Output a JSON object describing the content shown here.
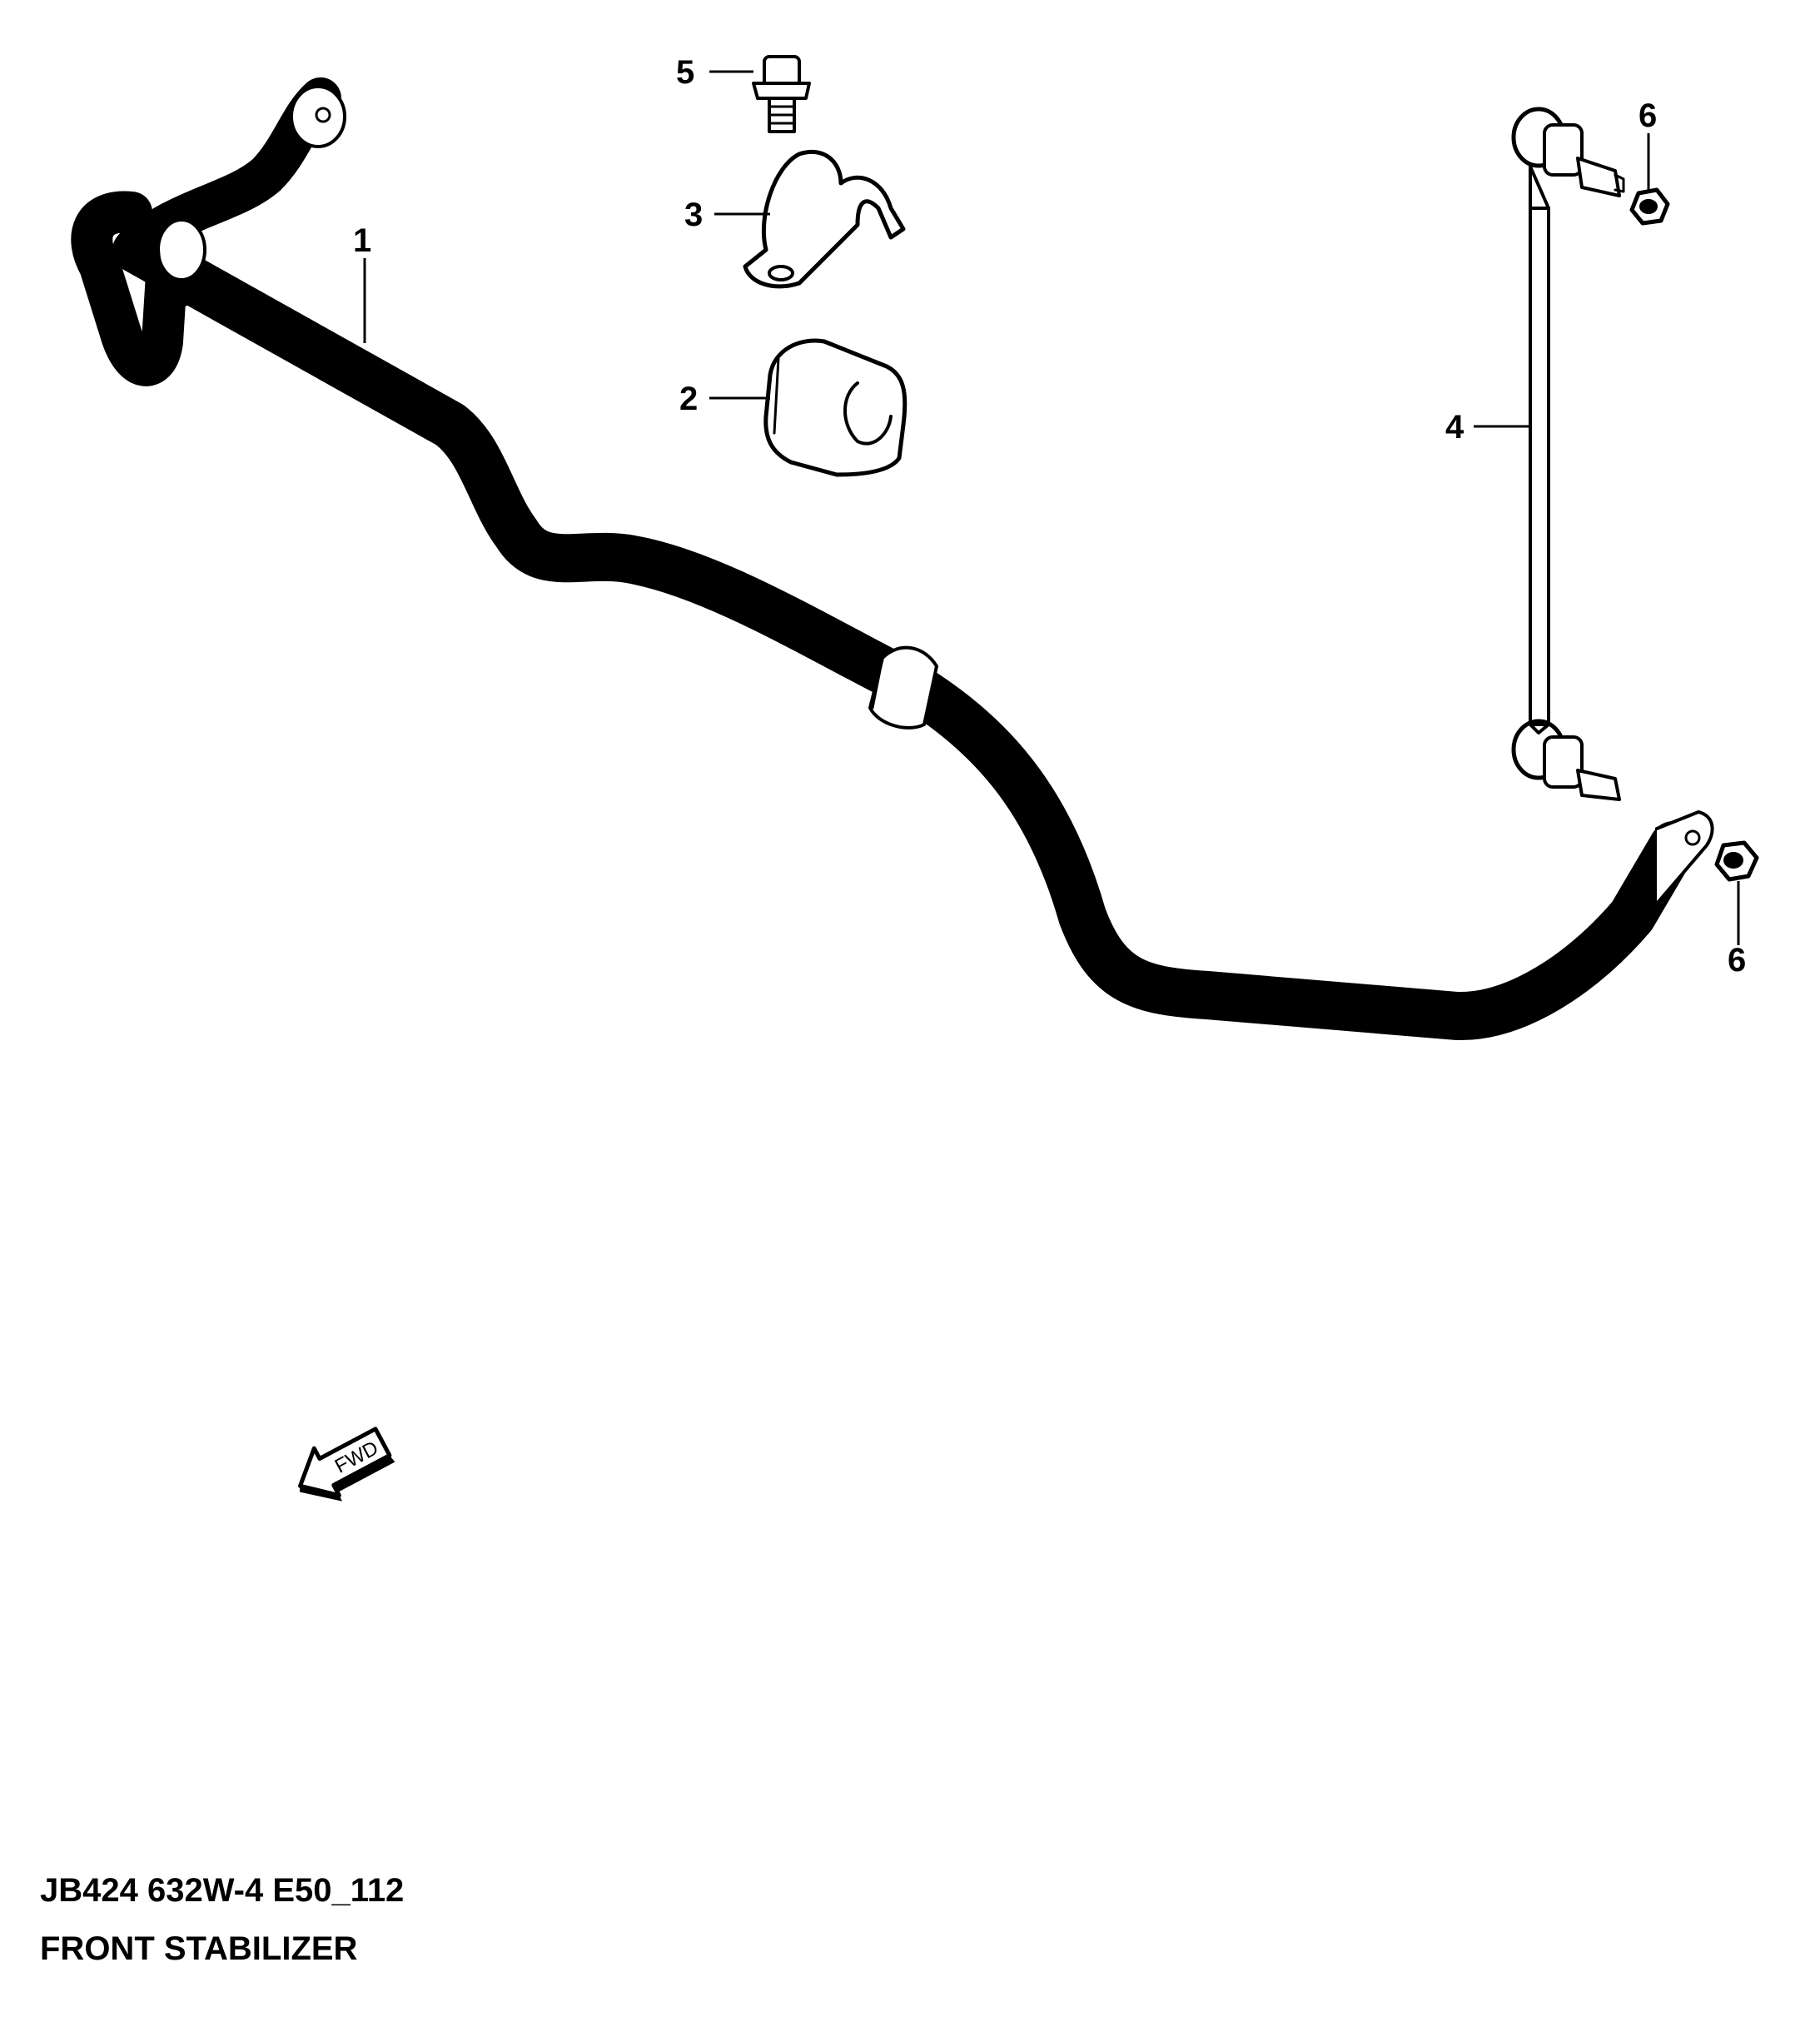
{
  "callouts": [
    {
      "id": "1",
      "text": "1"
    },
    {
      "id": "2",
      "text": "2"
    },
    {
      "id": "3",
      "text": "3"
    },
    {
      "id": "4",
      "text": "4"
    },
    {
      "id": "5",
      "text": "5"
    },
    {
      "id": "6a",
      "text": "6"
    },
    {
      "id": "6b",
      "text": "6"
    }
  ],
  "fwd_label": "FWD",
  "drawing_code": "JB424 632W-4 E50_112",
  "drawing_title": "FRONT STABILIZER"
}
